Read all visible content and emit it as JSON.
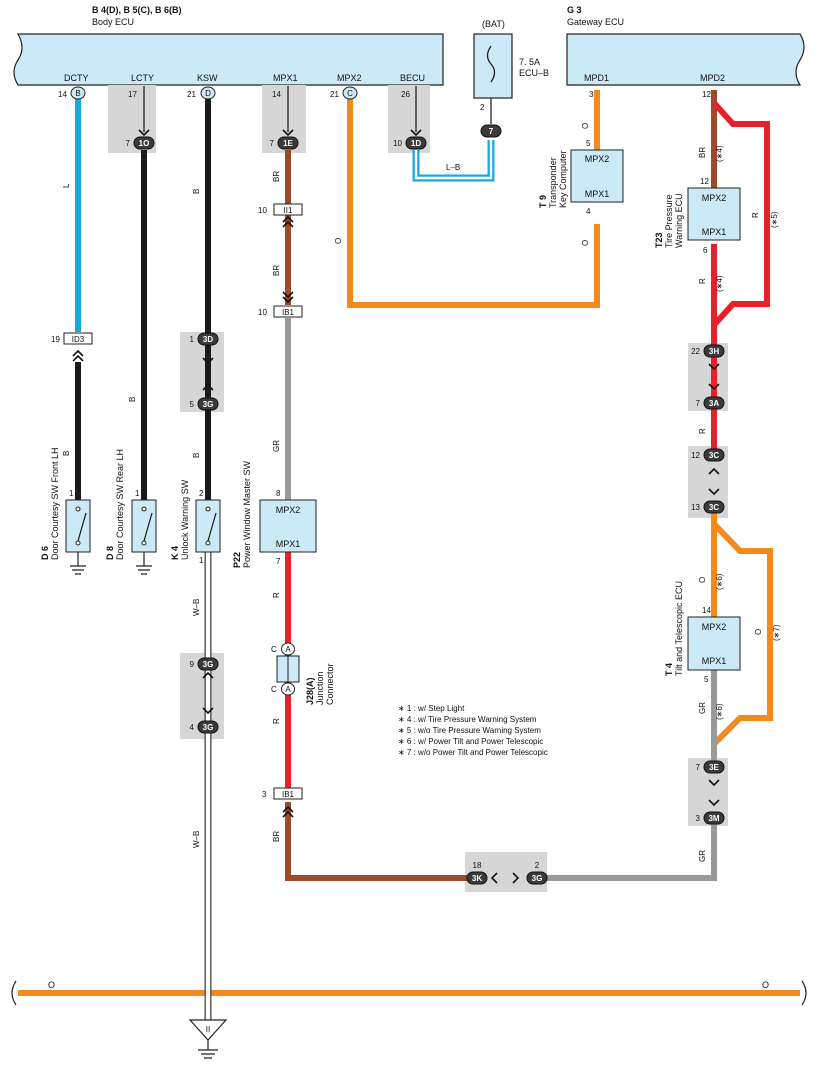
{
  "colors": {
    "ecu_fill": "#cbe9f7",
    "connector_shade": "#d6d6d6",
    "wire_L": "#1aa8e0",
    "wire_B": "#1a1a1a",
    "wire_BR": "#9b4a2a",
    "wire_GR": "#9a9a9a",
    "wire_R": "#e8202a",
    "wire_O": "#f28a1e",
    "wire_WB": "#ffffff"
  },
  "body_ecu": {
    "code": "B 4(D), B 5(C), B 6(B)",
    "name": "Body ECU",
    "terminals": [
      "DCTY",
      "LCTY",
      "KSW",
      "MPX1",
      "MPX2",
      "BECU"
    ],
    "pins": [
      "14",
      "17",
      "21",
      "14",
      "21",
      "26"
    ],
    "pin_marks": [
      "B",
      "",
      "D",
      "",
      "C",
      ""
    ]
  },
  "fuse": {
    "header": "(BAT)",
    "rating": "7. 5A",
    "name": "ECU–B",
    "pin": "2",
    "junction": "7"
  },
  "gateway_ecu": {
    "code": "G 3",
    "name": "Gateway ECU",
    "terminals": [
      "MPD1",
      "MPD2"
    ],
    "pins": [
      "3",
      "12"
    ]
  },
  "junctions": {
    "j_1O": {
      "pin": "7",
      "label": "1O"
    },
    "j_D_top": {
      "pin": "21",
      "label": "D"
    },
    "j_1E": {
      "pin": "7",
      "label": "1E"
    },
    "j_C_top": {
      "pin": "21",
      "label": "C"
    },
    "j_1D": {
      "pin": "10",
      "label": "1D"
    },
    "j_3D": {
      "pin": "1",
      "label": "3D"
    },
    "j_3G_a": {
      "pin": "5",
      "label": "3G"
    },
    "j_3G_b": {
      "pin": "9",
      "label": "3G"
    },
    "j_3G_c": {
      "pin": "4",
      "label": "3G"
    },
    "j_3H": {
      "pin": "22",
      "label": "3H"
    },
    "j_3A": {
      "pin": "7",
      "label": "3A"
    },
    "j_3C_a": {
      "pin": "12",
      "label": "3C"
    },
    "j_3C_b": {
      "pin": "13",
      "label": "3C"
    },
    "j_3E": {
      "pin": "7",
      "label": "3E"
    },
    "j_3M": {
      "pin": "3",
      "label": "3M"
    },
    "j_3K": {
      "pin": "18",
      "label": "3K"
    },
    "j_3G_d": {
      "pin": "2",
      "label": "3G"
    }
  },
  "connectors": {
    "id3": {
      "pin": "19",
      "label": "ID3"
    },
    "ii1": {
      "pin": "10",
      "label": "II1"
    },
    "ib1_top": {
      "pin": "10",
      "label": "IB1"
    },
    "ib1_bottom": {
      "pin": "3",
      "label": "IB1"
    }
  },
  "wire_labels": {
    "L": "L",
    "B": "B",
    "BR": "BR",
    "GR": "GR",
    "R": "R",
    "O": "O",
    "WB": "W–B",
    "LB": "L–B"
  },
  "components": {
    "d6": {
      "code": "D 6",
      "name": "Door Courtesy SW Front LH",
      "pin": "1"
    },
    "d8": {
      "code": "D 8",
      "name": "Door Courtesy SW Rear LH",
      "pin": "1"
    },
    "k4": {
      "code": "K 4",
      "name": "Unlock Warning SW",
      "pin_top": "2",
      "pin_bottom": "1"
    },
    "p22": {
      "code": "P22",
      "name": "Power Window Master SW",
      "pin_top": "8",
      "pin_bottom": "7",
      "mpx2": "MPX2",
      "mpx1": "MPX1"
    },
    "t9": {
      "code": "T 9",
      "name1": "Transponder",
      "name2": "Key Computer",
      "pin_top": "5",
      "pin_bottom": "4",
      "mpx2": "MPX2",
      "mpx1": "MPX1"
    },
    "t23": {
      "code": "T23",
      "name1": "Tire Pressure",
      "name2": "Warning ECU",
      "pin_top": "12",
      "pin_bottom": "6",
      "mpx2": "MPX2",
      "mpx1": "MPX1"
    },
    "t4": {
      "code": "T 4",
      "name": "Tilt and Telescopic ECU",
      "pin_top": "14",
      "pin_bottom": "5",
      "mpx2": "MPX2",
      "mpx1": "MPX1"
    },
    "j28": {
      "code": "J28(A)",
      "name1": "Junction",
      "name2": "Connector",
      "pin": "C",
      "mark": "A"
    }
  },
  "notes_marks": {
    "n4": "(∗4)",
    "n5": "(∗5)",
    "n6": "(∗6)",
    "n7": "(∗7)"
  },
  "notes": [
    "∗ 1 : w/ Step Light",
    "∗ 4 : w/ Tire Pressure Warning System",
    "∗ 5 : w/o Tire Pressure Warning System",
    "∗ 6 : w/ Power Tilt and Power Telescopic",
    "∗ 7 : w/o Power Tilt and Power Telescopic"
  ],
  "bottom_bus": {
    "left": "O",
    "right": "O"
  },
  "ground_mark": "II"
}
